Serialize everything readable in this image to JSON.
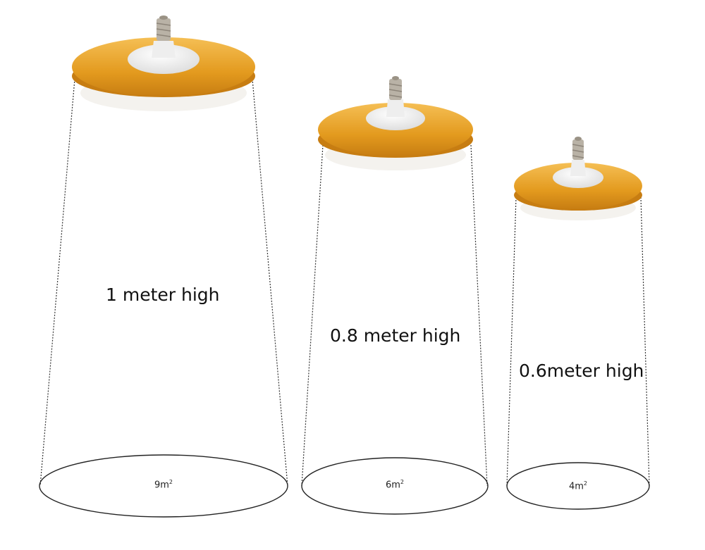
{
  "colors": {
    "shade_gold": "#e39a1e",
    "shade_gold_light": "#f2b84a",
    "shade_rim": "#c77d12",
    "diffuser": "#f4f2ee",
    "socket": "#e9e9e9",
    "thread": "#b9b2a6",
    "beam_line": "#333333"
  },
  "lamps": [
    {
      "id": "large",
      "height_label": "1 meter high",
      "area_value": "9m",
      "area_unit_sup": "2"
    },
    {
      "id": "medium",
      "height_label": "0.8 meter high",
      "area_value": "6m",
      "area_unit_sup": "2"
    },
    {
      "id": "small",
      "height_label": "0.6meter high",
      "area_value": "4m",
      "area_unit_sup": "2"
    }
  ]
}
